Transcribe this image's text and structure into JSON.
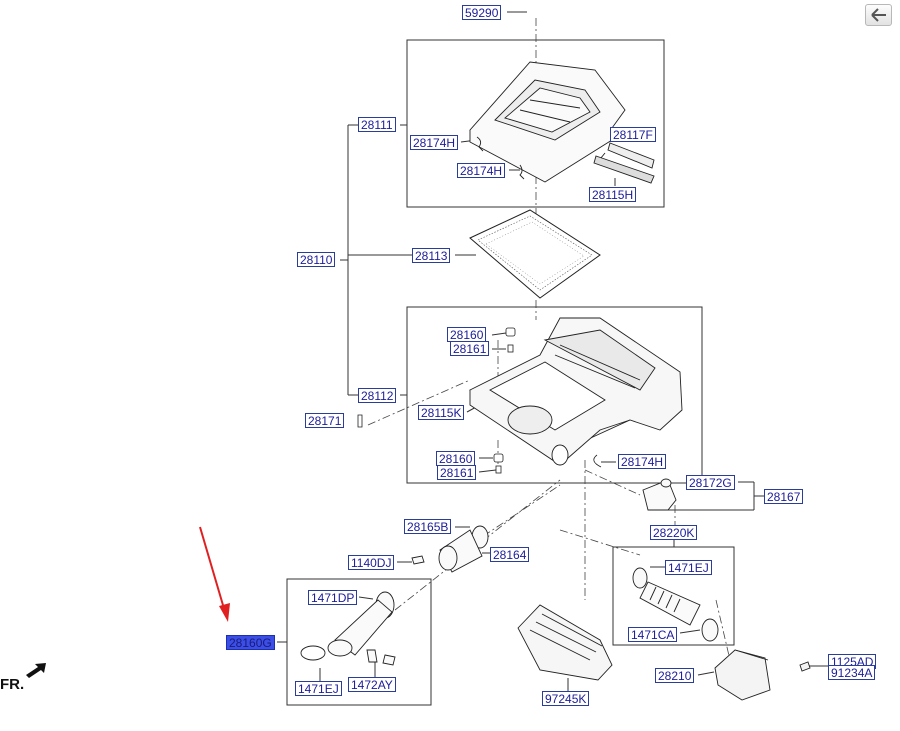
{
  "toolbar": {
    "back_icon": "back-arrow-icon"
  },
  "orientation_label": "FR.",
  "pointer": {
    "color": "#e02020",
    "target": "28160G"
  },
  "colors": {
    "label_border": "#2a3d9a",
    "label_text": "#1c1c9a",
    "highlight": "#3b4fe6",
    "line": "#333333"
  },
  "parts": {
    "p59290": "59290",
    "p28111": "28111",
    "p28174H_a": "28174H",
    "p28174H_b": "28174H",
    "p28117F": "28117F",
    "p28115H": "28115H",
    "p28110": "28110",
    "p28113": "28113",
    "p28160_a": "28160",
    "p28161_a": "28161",
    "p28112": "28112",
    "p28115K": "28115K",
    "p28171": "28171",
    "p28160_b": "28160",
    "p28161_b": "28161",
    "p28174H_c": "28174H",
    "p28172G": "28172G",
    "p28167": "28167",
    "p28165B": "28165B",
    "p28164": "28164",
    "p1140DJ": "1140DJ",
    "p28220K": "28220K",
    "p1471EJ_a": "1471EJ",
    "p1471DP": "1471DP",
    "p28160G": "28160G",
    "p1471CA": "1471CA",
    "p28210": "28210",
    "p1125AD": "1125AD",
    "p91234A": "91234A",
    "p1471EJ_b": "1471EJ",
    "p1472AY": "1472AY",
    "p97245K": "97245K"
  }
}
